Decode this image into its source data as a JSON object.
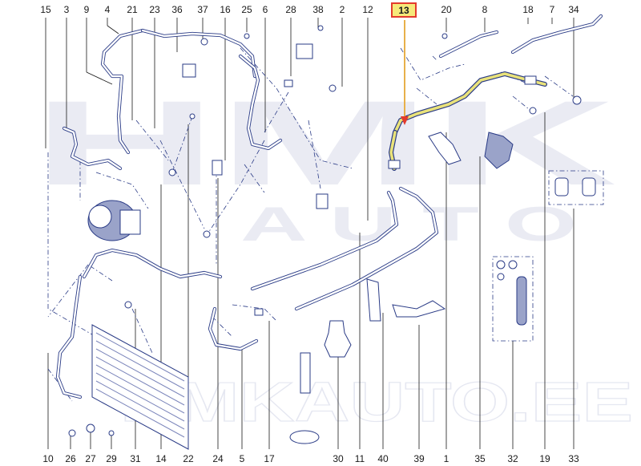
{
  "watermark": {
    "brand": "HMK",
    "sub": "A U T O",
    "site": "HMKAUTO.EE"
  },
  "highlight": {
    "label": "13",
    "box_color": "#e33b2d",
    "fill_color": "#f6e97a",
    "arrow_color": "#e8b04a"
  },
  "colors": {
    "line": "#2a3b86",
    "text": "#1a1a1a"
  },
  "callouts": {
    "top": [
      "15",
      "3",
      "9",
      "4",
      "21",
      "23",
      "36",
      "37",
      "16",
      "25",
      "6",
      "28",
      "38",
      "2",
      "12",
      "13",
      "20",
      "8",
      "18",
      "7",
      "34"
    ],
    "bottom": [
      "10",
      "26",
      "27",
      "29",
      "31",
      "14",
      "22",
      "24",
      "5",
      "17",
      "30",
      "11",
      "40",
      "39",
      "1",
      "35",
      "32",
      "19",
      "33"
    ]
  }
}
